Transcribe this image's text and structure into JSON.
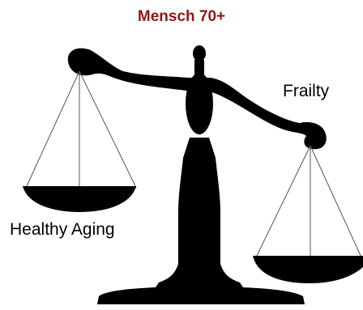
{
  "title": "Mensch 70+",
  "left_pan_label": "Healthy Aging",
  "right_pan_label": "Frailty",
  "colors": {
    "title": "#8B1A1A",
    "ink": "#000000",
    "strings": "#555555",
    "background": "#ffffff"
  },
  "icons": [
    "balance-scale-icon"
  ]
}
